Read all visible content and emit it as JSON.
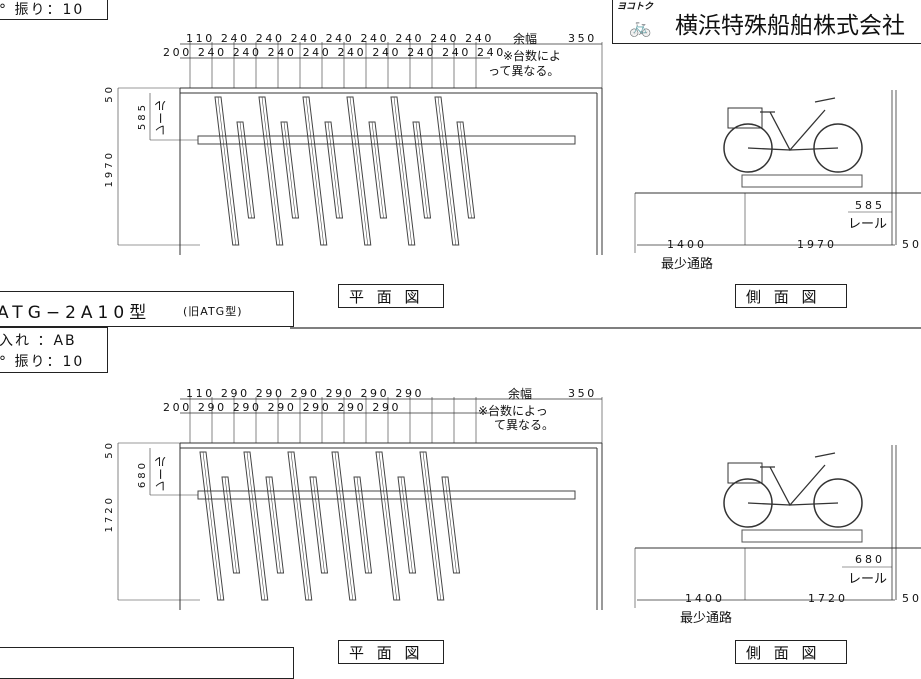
{
  "company": {
    "logo_text": "ヨコトク",
    "name": "横浜特殊船舶株式会社"
  },
  "sec1": {
    "spec_line2": "° 振り：10",
    "top_dims": "110 240 240 240 240 240 240 240 240",
    "yohaku": "余幅",
    "right_dim": "350",
    "bottom_dims": "200 240 240 240 240 240 240 240 240 240",
    "note1": "※台数によ",
    "note2": "って異なる。",
    "v_50": "50",
    "v_rail": "585",
    "rail_label": "レール",
    "v_depth": "1970",
    "side": {
      "rail": "585",
      "rail_label": "レール",
      "aisle": "1400",
      "aisle_label": "最少通路",
      "depth": "1970",
      "end": "50"
    },
    "model": "ATG−2A10型",
    "model_old": "(旧ATG型)",
    "plan_label": "平 面 図",
    "side_label": "側 面 図"
  },
  "sec2": {
    "spec_line1": "入れ ：AB",
    "spec_line2": "° 振り：10",
    "top_dims": "110 290 290 290 290 290 290",
    "yohaku": "余幅",
    "right_dim": "350",
    "bottom_dims": "200 290 290 290 290 290 290",
    "note1": "※台数によっ",
    "note2": "て異なる。",
    "v_50": "50",
    "v_rail": "680",
    "rail_label": "レール",
    "v_depth": "1720",
    "side": {
      "rail": "680",
      "rail_label": "レール",
      "aisle": "1400",
      "aisle_label": "最少通路",
      "depth": "1720",
      "end": "50"
    },
    "plan_label": "平 面 図",
    "side_label": "側 面 図"
  }
}
